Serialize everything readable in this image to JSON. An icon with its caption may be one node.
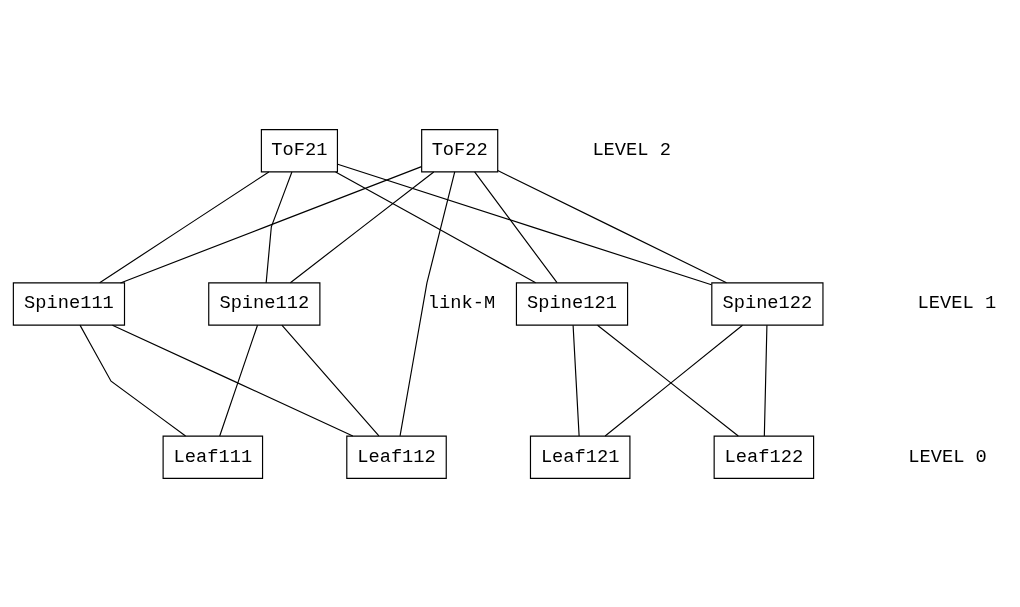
{
  "diagram": {
    "nodes": [
      {
        "text": [
          "ToF21"
        ]
      },
      {
        "text": [
          "ToF22"
        ]
      },
      {
        "text": [
          "Spine111"
        ]
      },
      {
        "text": [
          "Spine112"
        ]
      },
      {
        "text": [
          "Spine121"
        ]
      },
      {
        "text": [
          "Spine122"
        ]
      },
      {
        "text": [
          "Leaf111"
        ]
      },
      {
        "text": [
          "Leaf112"
        ]
      },
      {
        "text": [
          "Leaf121"
        ]
      },
      {
        "text": [
          "Leaf122"
        ]
      }
    ],
    "edges": [
      {
        "from": 0,
        "to": 2,
        "arrow": "none"
      },
      {
        "from": 0,
        "to": 3,
        "arrow": "none"
      },
      {
        "from": 0,
        "to": 4,
        "arrow": "none"
      },
      {
        "from": 0,
        "to": 5,
        "arrow": "none"
      },
      {
        "from": 1,
        "to": 2,
        "arrow": "none"
      },
      {
        "from": 1,
        "to": 3,
        "arrow": "none"
      },
      {
        "from": 1,
        "to": 4,
        "arrow": "none"
      },
      {
        "from": 1,
        "to": 5,
        "arrow": "none"
      },
      {
        "from": 1,
        "to": 7,
        "arrow": "none",
        "label": "link-M"
      },
      {
        "from": 2,
        "to": 6,
        "arrow": "none"
      },
      {
        "from": 2,
        "to": 7,
        "arrow": "none"
      },
      {
        "from": 3,
        "to": 6,
        "arrow": "none"
      },
      {
        "from": 3,
        "to": 7,
        "arrow": "none"
      },
      {
        "from": 4,
        "to": 8,
        "arrow": "none"
      },
      {
        "from": 4,
        "to": 9,
        "arrow": "none"
      },
      {
        "from": 5,
        "to": 8,
        "arrow": "none"
      },
      {
        "from": 5,
        "to": 9,
        "arrow": "none"
      }
    ],
    "labels": [
      "LEVEL 2",
      "LEVEL 1",
      "LEVEL 0"
    ]
  }
}
